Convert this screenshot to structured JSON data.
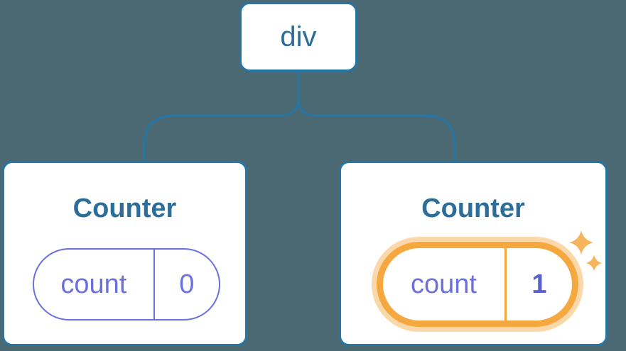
{
  "colors": {
    "background": "#4B6973",
    "connector": "#2575A5",
    "card_border": "#2575A5",
    "card_background": "#FFFFFF",
    "title_text": "#2C6E99",
    "state_purple": "#6B70DC",
    "state_value_bold": "#5B60D0",
    "highlight_orange": "#F6A840",
    "highlight_glow": "rgba(246,168,64,0.45)",
    "sparkle": "#F6B45C"
  },
  "diagram": {
    "description": "React component tree: a div parent with two Counter children and their state pills",
    "root": {
      "label": "div"
    },
    "children": [
      {
        "title": "Counter",
        "state_key": "count",
        "state_value": "0",
        "highlighted": false
      },
      {
        "title": "Counter",
        "state_key": "count",
        "state_value": "1",
        "highlighted": true
      }
    ]
  }
}
